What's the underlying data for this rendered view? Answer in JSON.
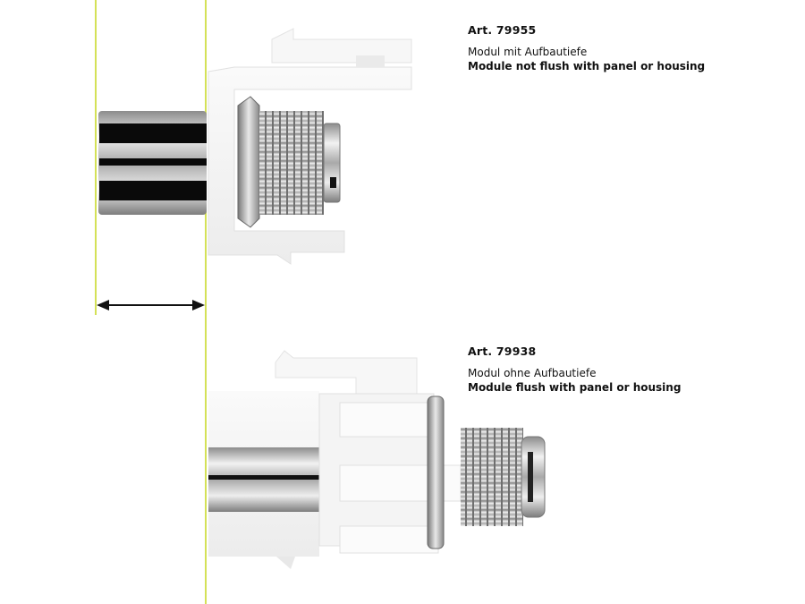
{
  "modules": [
    {
      "article": "Art. 79955",
      "description_de": "Modul mit Aufbautiefe",
      "description_en": "Module not flush with panel or housing"
    },
    {
      "article": "Art. 79938",
      "description_de": "Modul ohne Aufbautiefe",
      "description_en": "Module flush with panel or housing"
    }
  ],
  "colors": {
    "guide_line": "#d4e157",
    "arrow": "#111111",
    "housing": "#f4f4f4",
    "metal": "#c9c9c9"
  },
  "icons": {
    "depth_arrow": "double-headed-arrow"
  }
}
